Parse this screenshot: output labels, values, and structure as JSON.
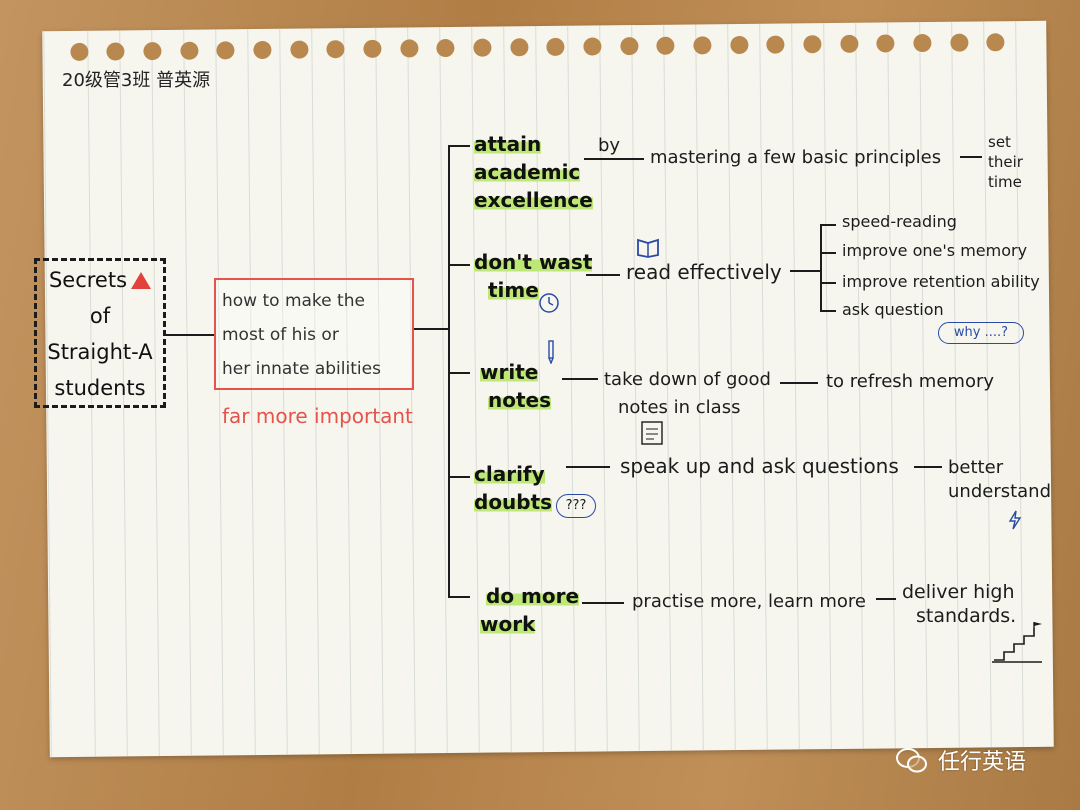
{
  "header": {
    "author_line": "20级管3班 普英源"
  },
  "central": {
    "title_lines": [
      "Secrets",
      "of",
      "Straight-A",
      "students"
    ]
  },
  "core_idea": {
    "lines": [
      "how to make the",
      "most of his or",
      "her innate abilities"
    ],
    "note": "far more important"
  },
  "branches": [
    {
      "label_lines": [
        "attain",
        "academic",
        "excellence"
      ],
      "connector": "by",
      "detail": "mastering a few basic principles",
      "result_lines": [
        "set",
        "their",
        "time"
      ]
    },
    {
      "label_lines": [
        "don't wast",
        "time"
      ],
      "detail": "read effectively",
      "sub_items": [
        "speed-reading",
        "improve one's memory",
        "improve retention ability",
        "ask question"
      ],
      "bubble": "why ....?"
    },
    {
      "label_lines": [
        "write",
        "notes"
      ],
      "detail_lines": [
        "take down of good",
        "notes in class"
      ],
      "result": "to refresh memory"
    },
    {
      "label_lines": [
        "clarify",
        "doubts"
      ],
      "bubble": "???",
      "detail": "speak up and ask questions",
      "result_lines": [
        "better",
        "understand"
      ]
    },
    {
      "label_lines": [
        "do more",
        "work"
      ],
      "detail": "practise more, learn more",
      "result_lines": [
        "deliver high",
        "standards."
      ]
    }
  ],
  "watermark": "任行英语",
  "colors": {
    "highlight": "#bde875",
    "red": "#e5534b",
    "ink": "#1c1c1c",
    "blue": "#2b4aa6"
  }
}
